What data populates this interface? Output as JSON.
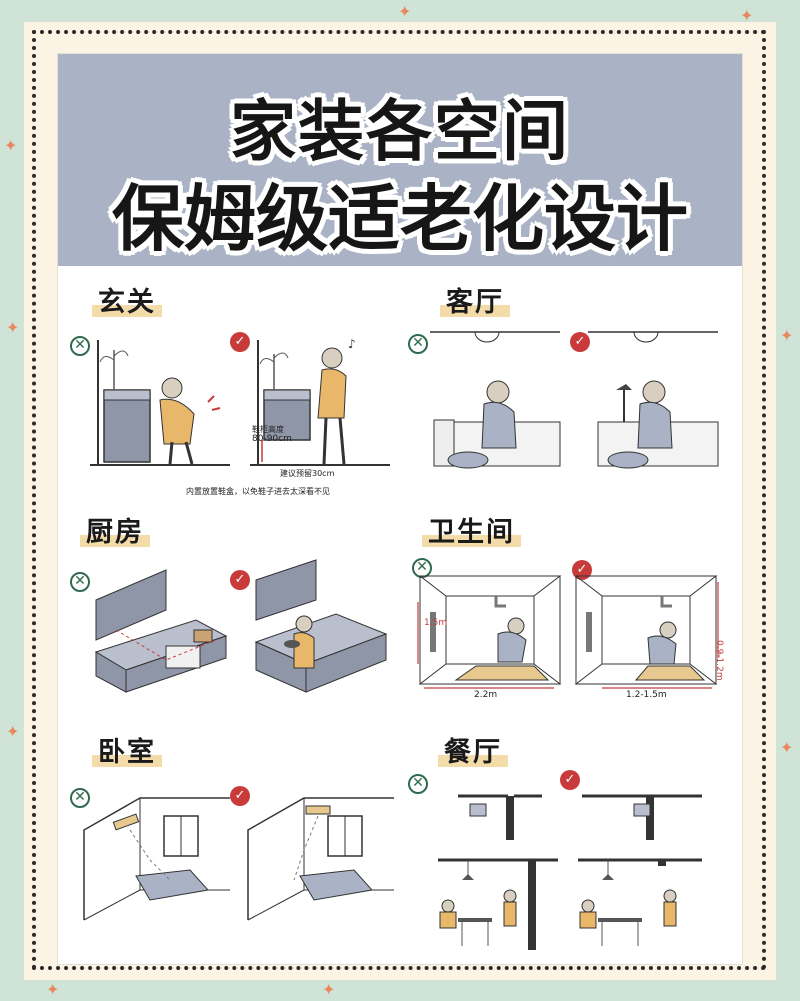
{
  "title": {
    "line1": "家装各空间",
    "line2": "保姆级适老化设计"
  },
  "sections": {
    "entry": {
      "label": "玄关",
      "cap_height": "鞋柜高度",
      "cap_height_val": "80-90cm",
      "cap_gap": "建议预留30cm",
      "cap_note": "内置放置鞋盒，以免鞋子进去太深看不见"
    },
    "living": {
      "label": "客厅"
    },
    "kitchen": {
      "label": "厨房"
    },
    "bathroom": {
      "label": "卫生间",
      "dim_h": "1.5m",
      "dim_w_bad": "2.2m",
      "dim_w_good": "1.2-1.5m",
      "dim_v": "0.9-1.2m"
    },
    "bedroom": {
      "label": "卧室"
    },
    "dining": {
      "label": "餐厅"
    }
  },
  "icons": {
    "wrong": "circle-x-icon",
    "correct": "check-circle-icon"
  },
  "colors": {
    "header": "#a9b3c5",
    "cabinet": "#8f96a8",
    "accent_red": "#c93b3b",
    "accent_green": "#2f6a4e",
    "highlight": "#f3dcaa",
    "person": "#e9b76a"
  }
}
